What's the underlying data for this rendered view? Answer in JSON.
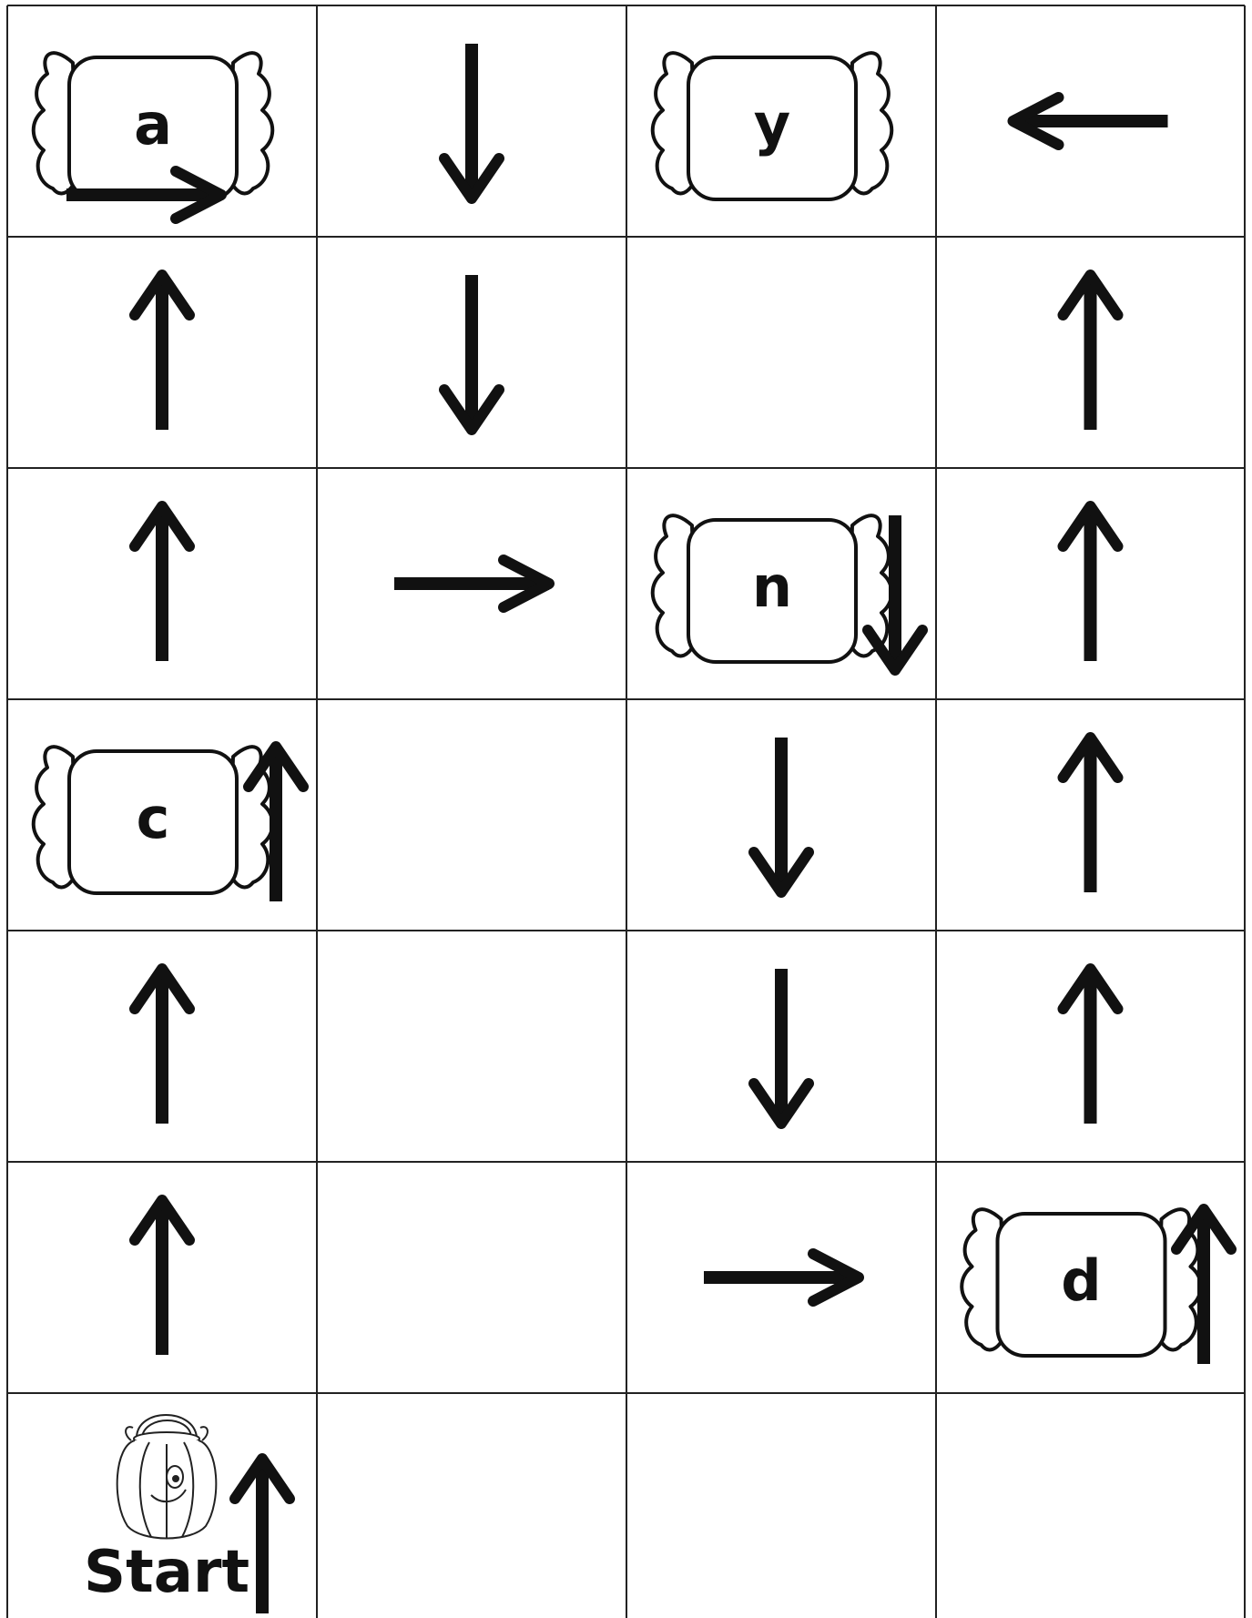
{
  "game": {
    "grid": {
      "rows": 7,
      "cols": 4
    },
    "start_label": "Start",
    "cells": [
      [
        {
          "candy": "a",
          "arrow": "right"
        },
        {
          "arrow": "down"
        },
        {
          "candy": "y"
        },
        {
          "arrow": "left"
        }
      ],
      [
        {
          "arrow": "up"
        },
        {
          "arrow": "down"
        },
        {},
        {
          "arrow": "up"
        }
      ],
      [
        {
          "arrow": "up"
        },
        {
          "arrow": "right"
        },
        {
          "candy": "n",
          "arrow": "down"
        },
        {
          "arrow": "up"
        }
      ],
      [
        {
          "candy": "c",
          "arrow": "up"
        },
        {},
        {
          "arrow": "down"
        },
        {
          "arrow": "up"
        }
      ],
      [
        {
          "arrow": "up"
        },
        {},
        {
          "arrow": "down"
        },
        {
          "arrow": "up"
        }
      ],
      [
        {
          "arrow": "up"
        },
        {},
        {
          "arrow": "right"
        },
        {
          "candy": "d",
          "arrow": "up"
        }
      ],
      [
        {
          "start": true,
          "arrow": "up"
        },
        {},
        {},
        {}
      ]
    ],
    "icons": {
      "candy": "wrapped-candy-icon",
      "start": "pumpkin-bucket-icon"
    }
  }
}
